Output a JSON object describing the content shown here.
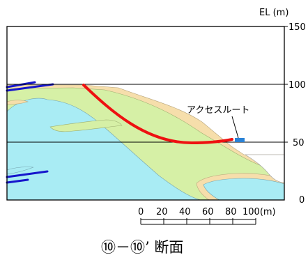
{
  "diagram": {
    "unit_label": "EL (m)",
    "elevation_ticks": [
      "150",
      "100",
      "50",
      "0"
    ],
    "annotation": "アクセスルート",
    "scale_labels": [
      "0",
      "20",
      "40",
      "60",
      "80",
      "100(m)"
    ],
    "caption": "⑩－⑩’ 断面",
    "colors": {
      "fill_layer": "#f6deab",
      "green_layer": "#d6f0a6",
      "blue_layer": "#a9ecf4",
      "slip_surface": "#ee1111",
      "access_marker": "#2a82d6",
      "blue_lines": "#1616cc",
      "outline": "#000000"
    }
  }
}
